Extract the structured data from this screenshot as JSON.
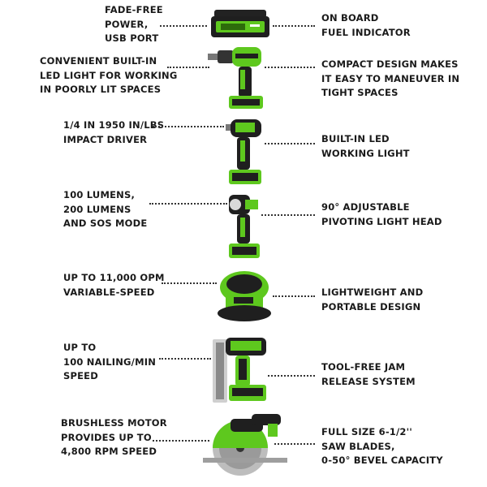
{
  "colors": {
    "accent": "#5ec81e",
    "body": "#1f1f1f",
    "text": "#1a1a1a"
  },
  "tools": [
    {
      "name": "battery",
      "left": [
        "FADE-FREE",
        "POWER,",
        "USB PORT"
      ],
      "right": [
        "ON BOARD",
        "FUEL INDICATOR"
      ]
    },
    {
      "name": "drill",
      "left": [
        "CONVENIENT BUILT-IN",
        "LED LIGHT FOR WORKING",
        "IN POORLY LIT SPACES"
      ],
      "right": [
        "COMPACT DESIGN MAKES",
        "IT EASY TO MANEUVER IN",
        "TIGHT SPACES"
      ]
    },
    {
      "name": "impact-driver",
      "left": [
        "1/4 IN 1950 IN/LBS",
        "IMPACT DRIVER"
      ],
      "right": [
        "BUILT-IN LED",
        "WORKING LIGHT"
      ]
    },
    {
      "name": "work-light",
      "left": [
        "100 LUMENS,",
        "200 LUMENS",
        "AND SOS MODE"
      ],
      "right": [
        "90° ADJUSTABLE",
        "PIVOTING LIGHT HEAD"
      ]
    },
    {
      "name": "orbital-sander",
      "left": [
        "UP TO 11,000 OPM",
        "VARIABLE-SPEED"
      ],
      "right": [
        "LIGHTWEIGHT AND",
        "PORTABLE DESIGN"
      ]
    },
    {
      "name": "brad-nailer",
      "left": [
        "UP TO",
        "100 NAILING/MIN",
        "SPEED"
      ],
      "right": [
        "TOOL-FREE JAM",
        "RELEASE SYSTEM"
      ]
    },
    {
      "name": "circular-saw",
      "left": [
        "BRUSHLESS MOTOR",
        "PROVIDES UP TO",
        "4,800 RPM SPEED"
      ],
      "right": [
        "FULL SIZE 6-1/2''",
        "SAW BLADES,",
        "0-50° BEVEL CAPACITY"
      ]
    }
  ]
}
